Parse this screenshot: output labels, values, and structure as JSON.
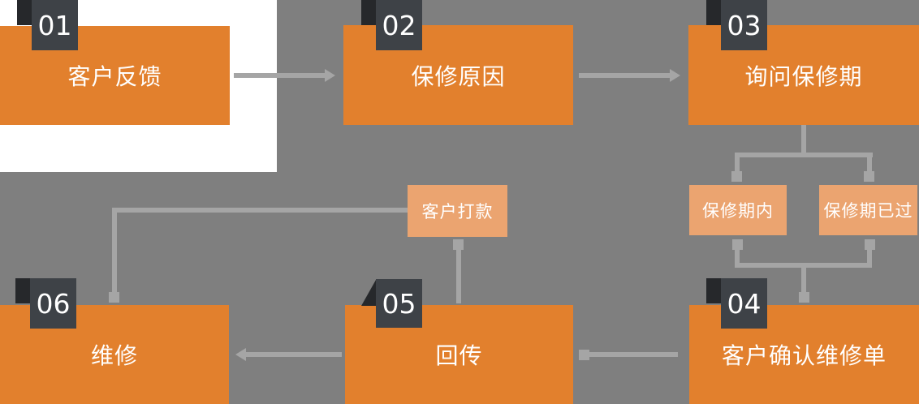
{
  "diagram": {
    "steps": [
      {
        "number": "01",
        "label": "客户反馈"
      },
      {
        "number": "02",
        "label": "保修原因"
      },
      {
        "number": "03",
        "label": "询问保修期"
      },
      {
        "number": "04",
        "label": "客户确认维修单"
      },
      {
        "number": "05",
        "label": "回传"
      },
      {
        "number": "06",
        "label": "维修"
      }
    ],
    "branch_options": [
      {
        "label": "保修期内"
      },
      {
        "label": "保修期已过"
      }
    ],
    "payment": {
      "label": "客户打款"
    },
    "palette": {
      "background_gray": "#7F7F7F",
      "panel_white": "#FFFFFF",
      "step_orange": "#E2802D",
      "light_orange": "#EBA470",
      "badge_dark": "#3E4247",
      "badge_fold_dark": "#26282B",
      "connector_gray": "#A5A5A5",
      "text_white": "#FFFFFF"
    }
  }
}
